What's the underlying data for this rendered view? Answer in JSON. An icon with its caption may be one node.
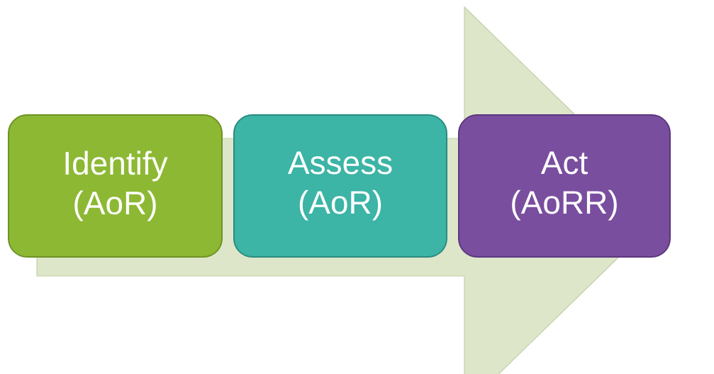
{
  "diagram": {
    "nodes": [
      {
        "text": [
          "Identify (AoR)"
        ]
      },
      {
        "text": [
          "Assess (AoR)"
        ]
      },
      {
        "text": [
          "Act (AoRR)"
        ]
      }
    ],
    "edges": [
      {
        "from": 0,
        "to": 2,
        "arrow": "to"
      }
    ]
  }
}
